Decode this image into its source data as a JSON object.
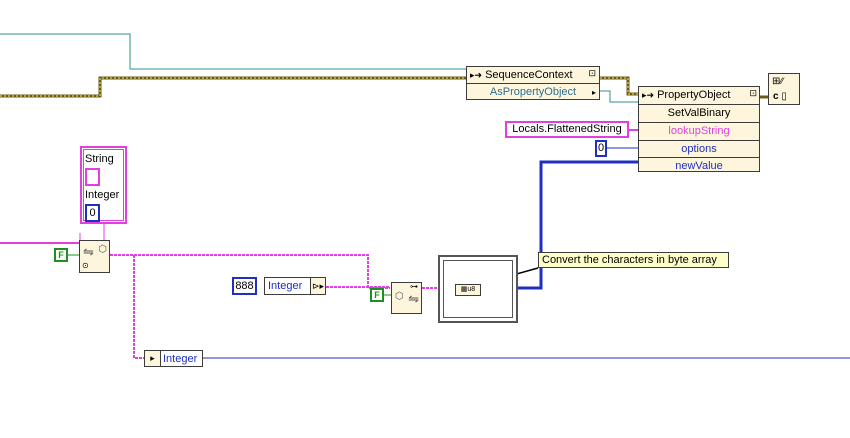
{
  "colors": {
    "teal_wire": "#2f8f8f",
    "pink_wire": "#e040e0",
    "blue_wire": "#1f2fbf",
    "refnum_wire": "#6b5a1a",
    "node_fill": "#fdf6dd",
    "comment_fill": "#fefec8"
  },
  "property_nodes": {
    "sequence_context": {
      "class_name": "SequenceContext",
      "property": "AsPropertyObject"
    },
    "property_object": {
      "class_name": "PropertyObject",
      "method": "SetValBinary",
      "params": [
        "lookupString",
        "options",
        "newValue"
      ]
    }
  },
  "constants": {
    "locals_flattened": "Locals.FlattenedString",
    "options_value": "0",
    "integer_888": "888",
    "integer_label": "Integer",
    "bool_false_1": "F",
    "bool_false_2": "F"
  },
  "cluster": {
    "string_label": "String",
    "integer_label": "Integer",
    "integer_value": "0"
  },
  "unbundle": {
    "label": "Integer"
  },
  "comment": {
    "text": "Convert the characters in byte array"
  },
  "icons": {
    "close_reference": "close-reference-icon",
    "flatten": "flatten-to-string-icon",
    "unflatten": "unflatten-from-string-icon",
    "byte_array": "string-to-byte-array-icon",
    "right_arrow": "property-arrow-icon"
  }
}
